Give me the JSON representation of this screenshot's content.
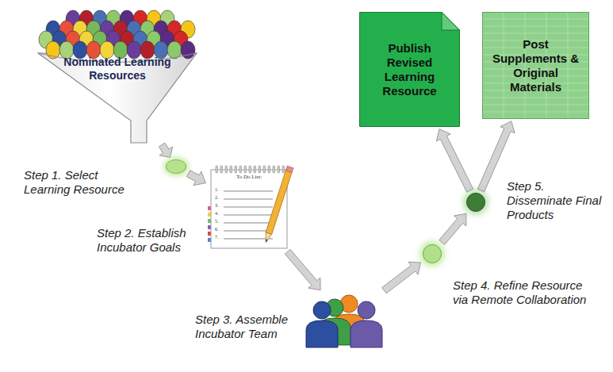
{
  "diagram": {
    "nodes": [
      {
        "text": [
          "Nominated Learning Resources"
        ]
      },
      {
        "text": [
          "Step 1. Select Learning Resource"
        ]
      },
      {
        "text": [
          "To Do List:",
          "1.",
          "2.",
          "3.",
          "4.",
          "5.",
          "6.",
          "7.",
          "Step 2. Establish Incubator Goals"
        ]
      },
      {
        "text": [
          "Step 3. Assemble Incubator Team"
        ]
      },
      {
        "text": [
          "Step 4. Refine Resource via Remote Collaboration"
        ]
      },
      {
        "text": [
          "Step 5. Disseminate Final Products"
        ]
      },
      {
        "text": [
          "Publish Revised Learning Resource"
        ]
      },
      {
        "text": [
          "Post Supplements & Original Materials"
        ]
      }
    ],
    "edges": [
      {
        "from": 0,
        "to": 1,
        "arrow": "to"
      },
      {
        "from": 1,
        "to": 2,
        "arrow": "to"
      },
      {
        "from": 2,
        "to": 3,
        "arrow": "to"
      },
      {
        "from": 3,
        "to": 4,
        "arrow": "to"
      },
      {
        "from": 4,
        "to": 5,
        "arrow": "to"
      },
      {
        "from": 5,
        "to": 6,
        "arrow": "to"
      },
      {
        "from": 5,
        "to": 7,
        "arrow": "to"
      }
    ]
  }
}
